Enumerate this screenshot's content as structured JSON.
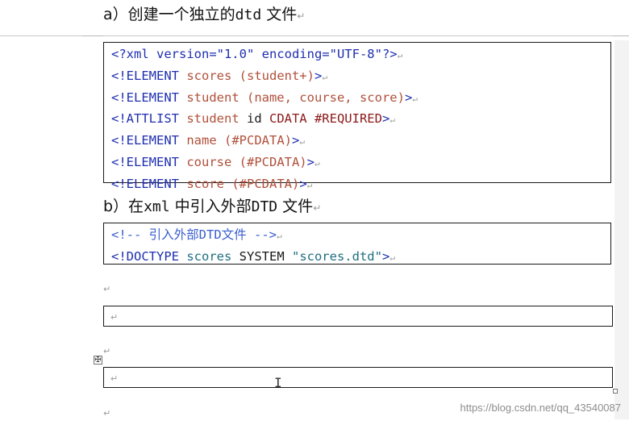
{
  "heading_a": {
    "prefix": "a）创建一个独立的",
    "mono": "dtd",
    "suffix": " 文件",
    "mark": "↵"
  },
  "heading_b": {
    "prefix": "b）在",
    "mono1": "xml",
    "mid": " 中引入外部",
    "mono2": "DTD",
    "suffix": " 文件",
    "mark": "↵"
  },
  "line_mark": "↵",
  "dtd_lines": [
    [
      {
        "t": "<?xml version=\"1.0\" encoding=\"UTF-8\"?>",
        "c": "kw"
      }
    ],
    [
      {
        "t": "<!ELEMENT ",
        "c": "kw"
      },
      {
        "t": "scores ",
        "c": "el"
      },
      {
        "t": "(student+)",
        "c": "el"
      },
      {
        "t": ">",
        "c": "kw"
      }
    ],
    [
      {
        "t": "<!ELEMENT ",
        "c": "kw"
      },
      {
        "t": "student ",
        "c": "el"
      },
      {
        "t": "(name, course, score)",
        "c": "el"
      },
      {
        "t": ">",
        "c": "kw"
      }
    ],
    [
      {
        "t": "<!ATTLIST ",
        "c": "kw"
      },
      {
        "t": "student ",
        "c": "el"
      },
      {
        "t": "id ",
        "c": "txt"
      },
      {
        "t": "CDATA #REQUIRED",
        "c": "at"
      },
      {
        "t": ">",
        "c": "kw"
      }
    ],
    [
      {
        "t": "<!ELEMENT ",
        "c": "kw"
      },
      {
        "t": "name ",
        "c": "el"
      },
      {
        "t": "(#PCDATA)",
        "c": "el"
      },
      {
        "t": ">",
        "c": "kw"
      }
    ],
    [
      {
        "t": "<!ELEMENT ",
        "c": "kw"
      },
      {
        "t": "course ",
        "c": "el"
      },
      {
        "t": "(#PCDATA)",
        "c": "el"
      },
      {
        "t": ">",
        "c": "kw"
      }
    ],
    [
      {
        "t": "<!ELEMENT ",
        "c": "kw"
      },
      {
        "t": "score ",
        "c": "el"
      },
      {
        "t": "(#PCDATA)",
        "c": "el"
      },
      {
        "t": ">",
        "c": "kw"
      }
    ]
  ],
  "xml_lines": [
    [
      {
        "t": "<!-- 引入外部DTD文件 -->",
        "c": "cmt"
      }
    ],
    [
      {
        "t": "<!DOCTYPE ",
        "c": "kw"
      },
      {
        "t": "scores ",
        "c": "dt-name"
      },
      {
        "t": "SYSTEM ",
        "c": "txt"
      },
      {
        "t": "\"scores.dtd\"",
        "c": "dt-str"
      },
      {
        "t": ">",
        "c": "kw"
      }
    ]
  ],
  "move_handle_glyph": "✠",
  "text_cursor_glyph": "I",
  "watermark": "https://blog.csdn.net/qq_43540087",
  "colors": {
    "keyword": "#1f2fb0",
    "element": "#b0503a",
    "attribute": "#8a1a1a",
    "comment": "#3a5fcf",
    "doctype": "#1f6f7f"
  }
}
